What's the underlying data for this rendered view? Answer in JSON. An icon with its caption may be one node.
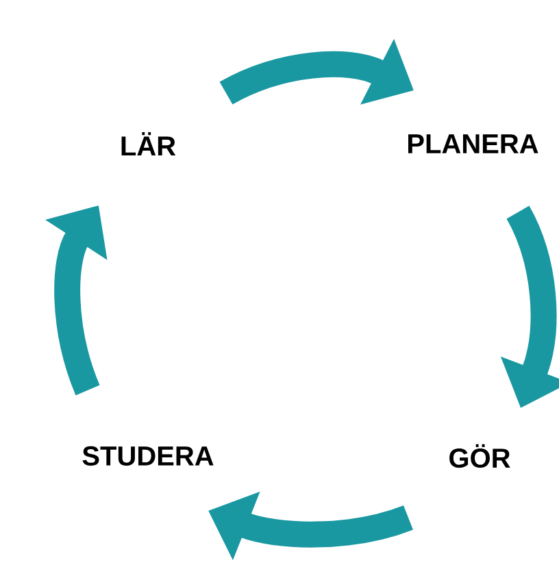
{
  "diagram": {
    "nodes": [
      {
        "text": [
          "LÄR"
        ]
      },
      {
        "text": [
          "PLANERA"
        ]
      },
      {
        "text": [
          "GÖR"
        ]
      },
      {
        "text": [
          "STUDERA"
        ]
      }
    ],
    "edges": [
      {
        "from": 0,
        "to": 1,
        "arrow": "to"
      },
      {
        "from": 1,
        "to": 2,
        "arrow": "to"
      },
      {
        "from": 2,
        "to": 3,
        "arrow": "to"
      },
      {
        "from": 3,
        "to": 0,
        "arrow": "to"
      }
    ]
  }
}
